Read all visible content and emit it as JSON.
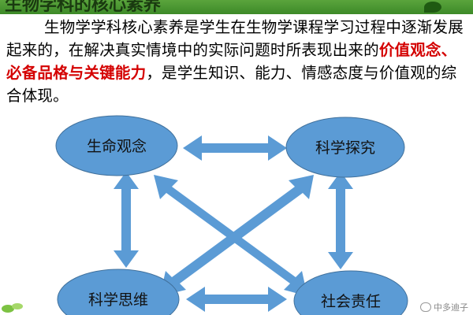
{
  "header": {
    "title": "生物学科的核心素养"
  },
  "paragraph": {
    "part1": "生物学学科核心素养是学生在生物学课程学习过程中逐渐发展起来的，在解决真实情境中的实际问题时所表现出来的",
    "highlight": "价值观念、必备品格与关键能力",
    "part2": "，是学生知识、能力、情感态度与价值观的综合体现。"
  },
  "diagram": {
    "nodes": {
      "life_concept": "生命观念",
      "scientific_inquiry": "科学探究",
      "scientific_thinking": "科学思维",
      "social_responsibility": "社会责任"
    },
    "node_color": "#5b9bd5",
    "arrow_color": "#5b9bd5"
  },
  "watermark": {
    "text": "中多迪子"
  },
  "colors": {
    "title_bar": "#4a9a32",
    "highlight": "#d40000"
  }
}
